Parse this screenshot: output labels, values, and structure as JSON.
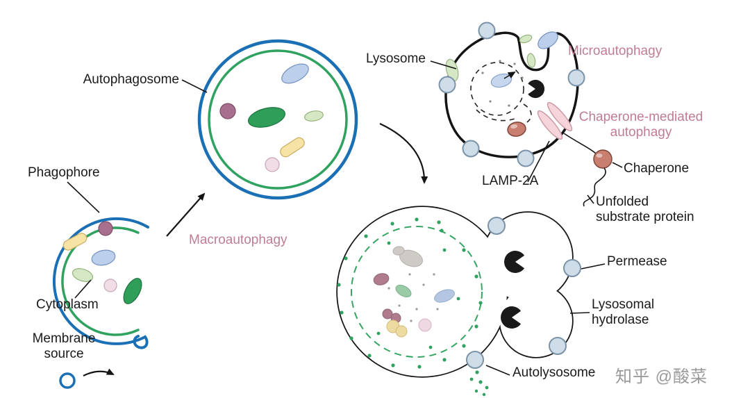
{
  "labels": {
    "autophagosome": "Autophagosome",
    "phagophore": "Phagophore",
    "cytoplasm": "Cytoplasm",
    "membrane_source": "Membrane source",
    "macroautophagy": "Macroautophagy",
    "lysosome": "Lysosome",
    "microautophagy": "Microautophagy",
    "chaperone_mediated_autophagy": "Chaperone-mediated autophagy",
    "lamp_2a": "LAMP-2A",
    "chaperone": "Chaperone",
    "unfolded_substrate_protein": "Unfolded substrate protein",
    "permease": "Permease",
    "lysosomal_hydrolase": "Lysosomal hydrolase",
    "autolysosome": "Autolysosome"
  },
  "colors": {
    "membrane_blue": "#1a6fb5",
    "membrane_green": "#2fa25f",
    "outline": "#141414",
    "label_text": "#1a1a1a",
    "pathway_label_pink": "#c07d93",
    "permease_fill": "#cfdde9",
    "chaperone_fill": "#c97f6f",
    "lamp2a_fill": "#f5d4da",
    "watermark_gray": "#9a9a9a"
  },
  "watermark": "知乎 @酸菜"
}
